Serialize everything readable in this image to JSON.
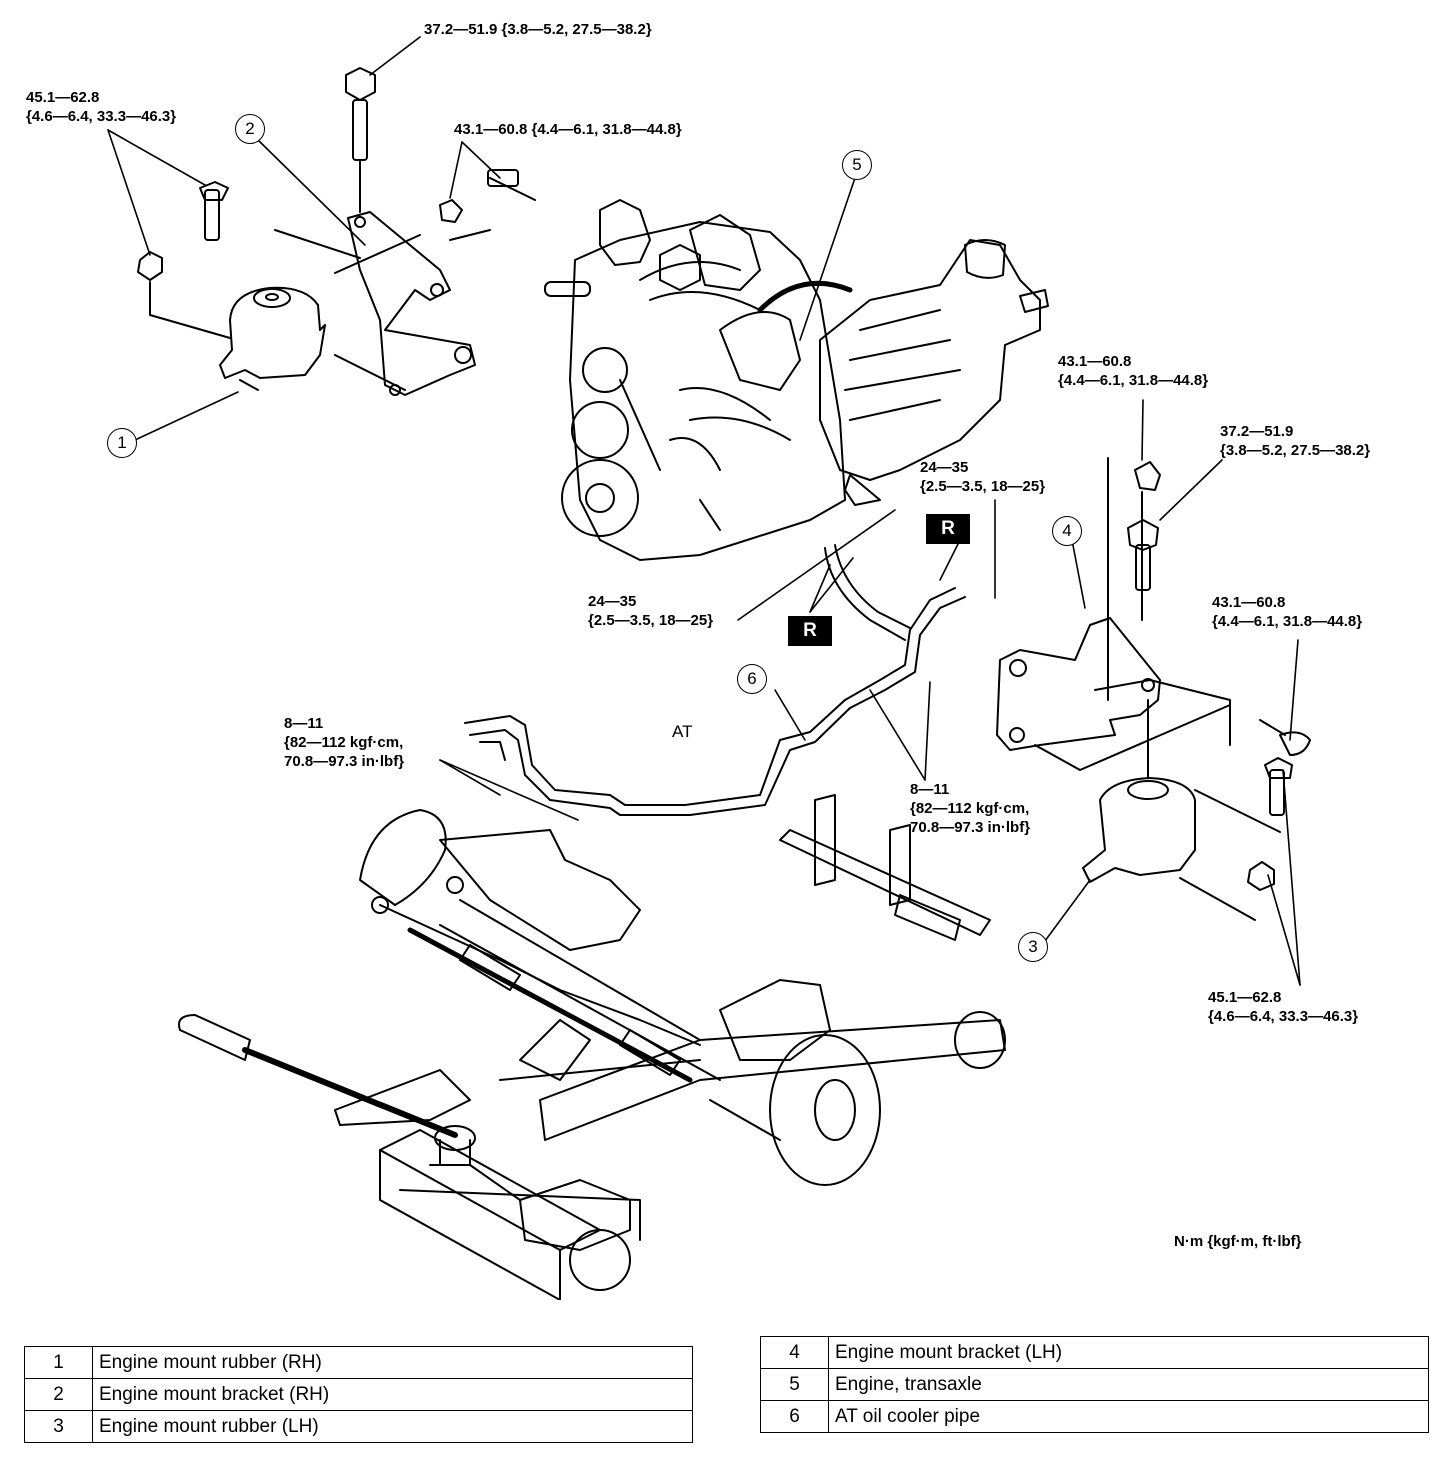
{
  "torque_labels": {
    "rh_rubber": [
      "45.1—62.8",
      "{4.6—6.4, 33.3—46.3}"
    ],
    "rh_bracket_bolt": [
      "37.2—51.9 {3.8—5.2, 27.5—38.2}"
    ],
    "rh_bracket_nut": [
      "43.1—60.8 {4.4—6.1, 31.8—44.8}"
    ],
    "lh_bracket_nut": [
      "43.1—60.8",
      "{4.4—6.1, 31.8—44.8}"
    ],
    "lh_bracket_bolt": [
      "37.2—51.9",
      "{3.8—5.2, 27.5—38.2}"
    ],
    "bracket_upper": [
      "24—35",
      "{2.5—3.5, 18—25}"
    ],
    "bracket_lower": [
      "24—35",
      "{2.5—3.5, 18—25}"
    ],
    "lh_rubber_nut": [
      "43.1—60.8",
      "{4.4—6.1, 31.8—44.8}"
    ],
    "pipe_left": [
      "8—11",
      "{82—112 kgf·cm,",
      "70.8—97.3 in·lbf}"
    ],
    "pipe_right": [
      "8—11",
      "{82—112 kgf·cm,",
      "70.8—97.3 in·lbf}"
    ],
    "lh_rubber_lower": [
      "45.1—62.8",
      "{4.6—6.4, 33.3—46.3}"
    ]
  },
  "callouts": [
    "1",
    "2",
    "3",
    "4",
    "5",
    "6"
  ],
  "replace_badge": "R",
  "at_label": "AT",
  "units_label": "N·m {kgf·m, ft·lbf}",
  "legend_left": [
    {
      "num": "1",
      "name": "Engine mount rubber (RH)"
    },
    {
      "num": "2",
      "name": "Engine mount bracket (RH)"
    },
    {
      "num": "3",
      "name": "Engine mount rubber (LH)"
    }
  ],
  "legend_right": [
    {
      "num": "4",
      "name": "Engine mount bracket (LH)"
    },
    {
      "num": "5",
      "name": "Engine, transaxle"
    },
    {
      "num": "6",
      "name": "AT oil cooler pipe"
    }
  ]
}
